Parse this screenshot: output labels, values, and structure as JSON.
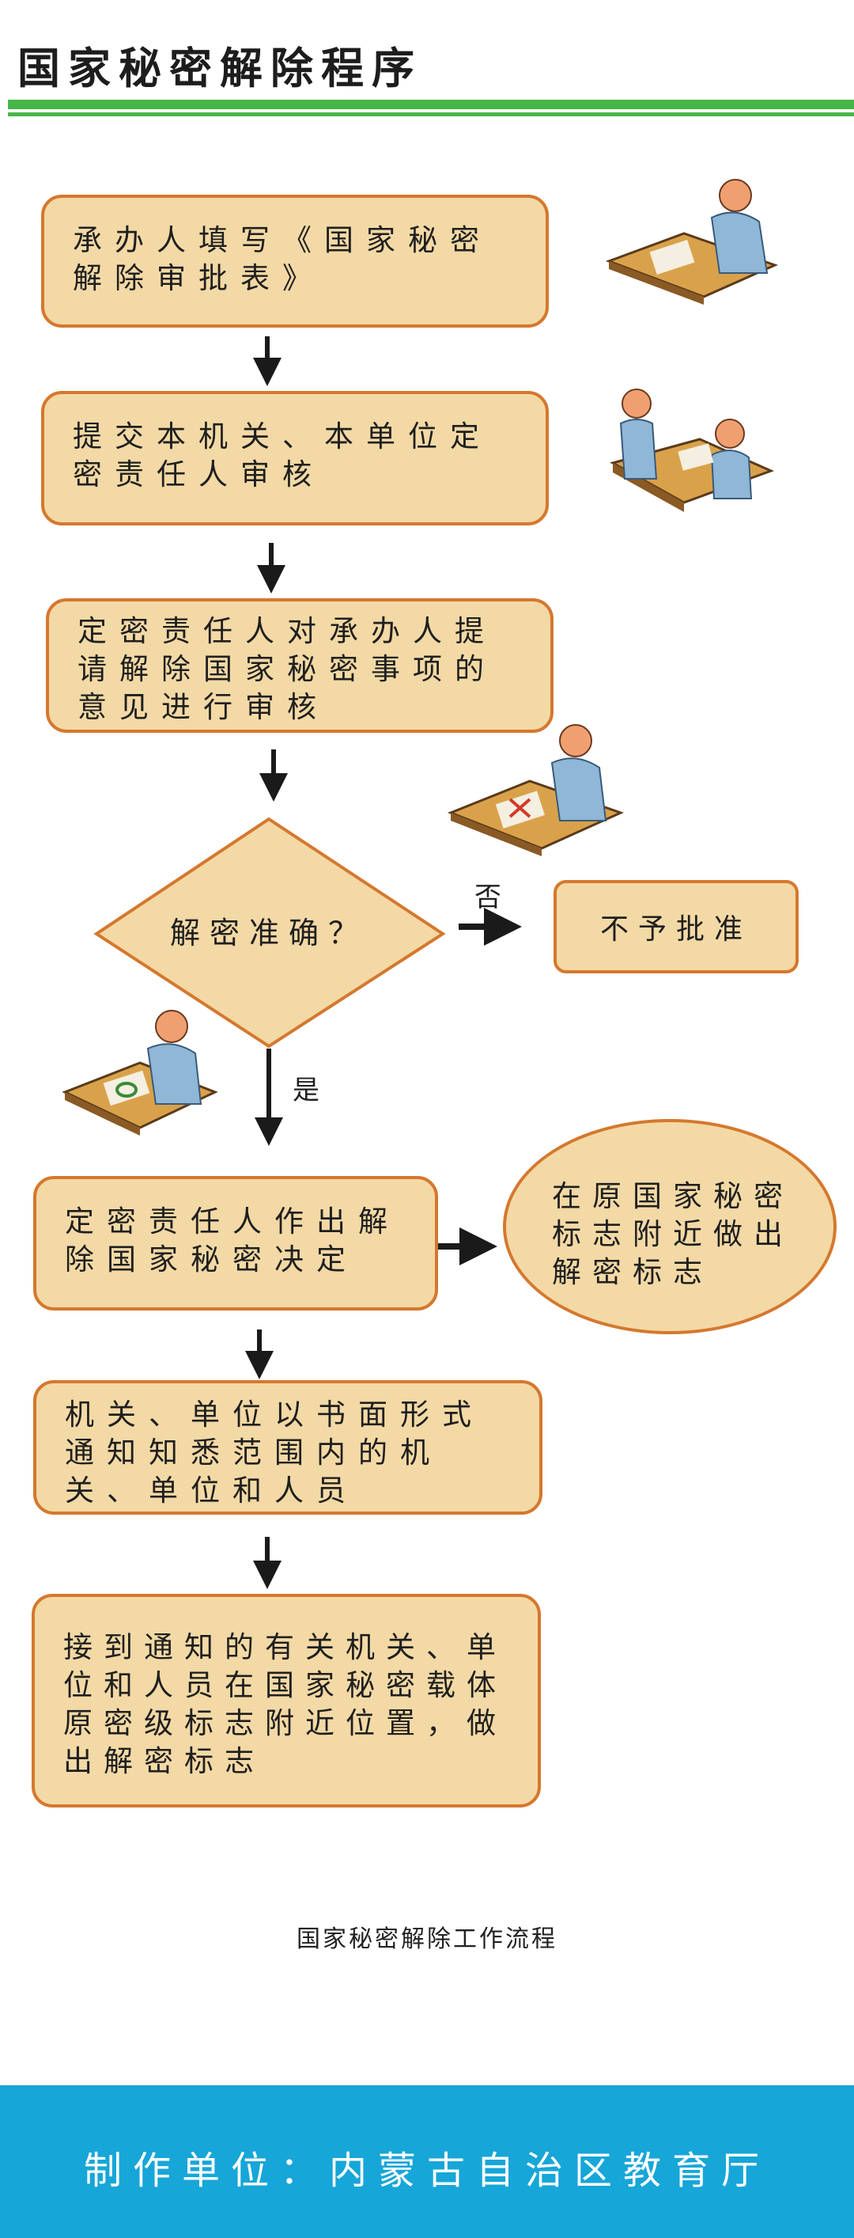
{
  "header": {
    "title": "国家秘密解除程序"
  },
  "steps": [
    "承办人填写《国家秘密解除审批表》",
    "提交本机关、本单位定密责任人审核",
    "定密责任人对承办人提请解除国家秘密事项的意见进行审核",
    "定密责任人作出解除国家秘密决定",
    "机关、单位以书面形式通知知悉范围内的机关、单位和人员",
    "接到通知的有关机关、单位和人员在国家秘密载体原密级标志附近位置，做出解密标志"
  ],
  "decision": {
    "question": "解密准确？",
    "no_label": "否",
    "yes_label": "是",
    "reject": "不予批准"
  },
  "side_oval": "在原国家秘密标志附近做出解密标志",
  "caption": "国家秘密解除工作流程",
  "footer": {
    "text": "制作单位：内蒙古自治区教育厅"
  },
  "colors": {
    "box_fill": "#f3d9a5",
    "box_border": "#d5782e",
    "header_rule": "#46b649",
    "footer_bg": "#17a6d8"
  }
}
